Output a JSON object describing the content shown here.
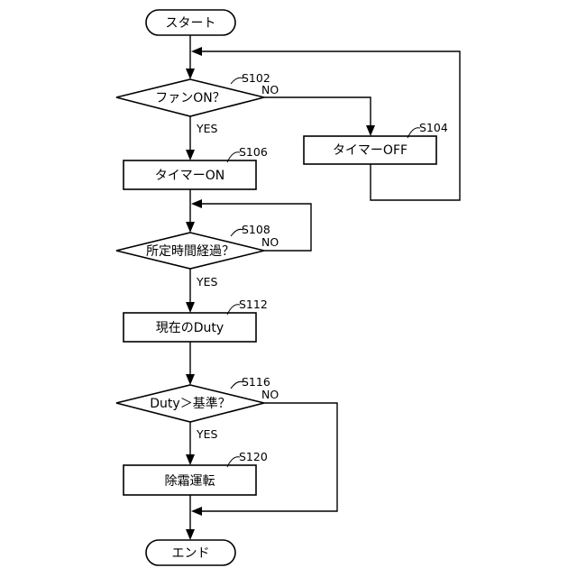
{
  "flowchart": {
    "start": "スタート",
    "end": "エンド",
    "steps": {
      "s102": {
        "id": "S102",
        "text": "ファンON？"
      },
      "s104": {
        "id": "S104",
        "text": "タイマーOFF"
      },
      "s106": {
        "id": "S106",
        "text": "タイマーON"
      },
      "s108": {
        "id": "S108",
        "text": "所定時間経過？"
      },
      "s112": {
        "id": "S112",
        "text": "現在のDuty"
      },
      "s116": {
        "id": "S116",
        "text": "Duty＞基準？"
      },
      "s120": {
        "id": "S120",
        "text": "除霜運転"
      }
    },
    "branches": {
      "s102_yes": "YES",
      "s102_no": "NO",
      "s108_yes": "YES",
      "s108_no": "NO",
      "s116_yes": "YES",
      "s116_no": "NO"
    }
  }
}
